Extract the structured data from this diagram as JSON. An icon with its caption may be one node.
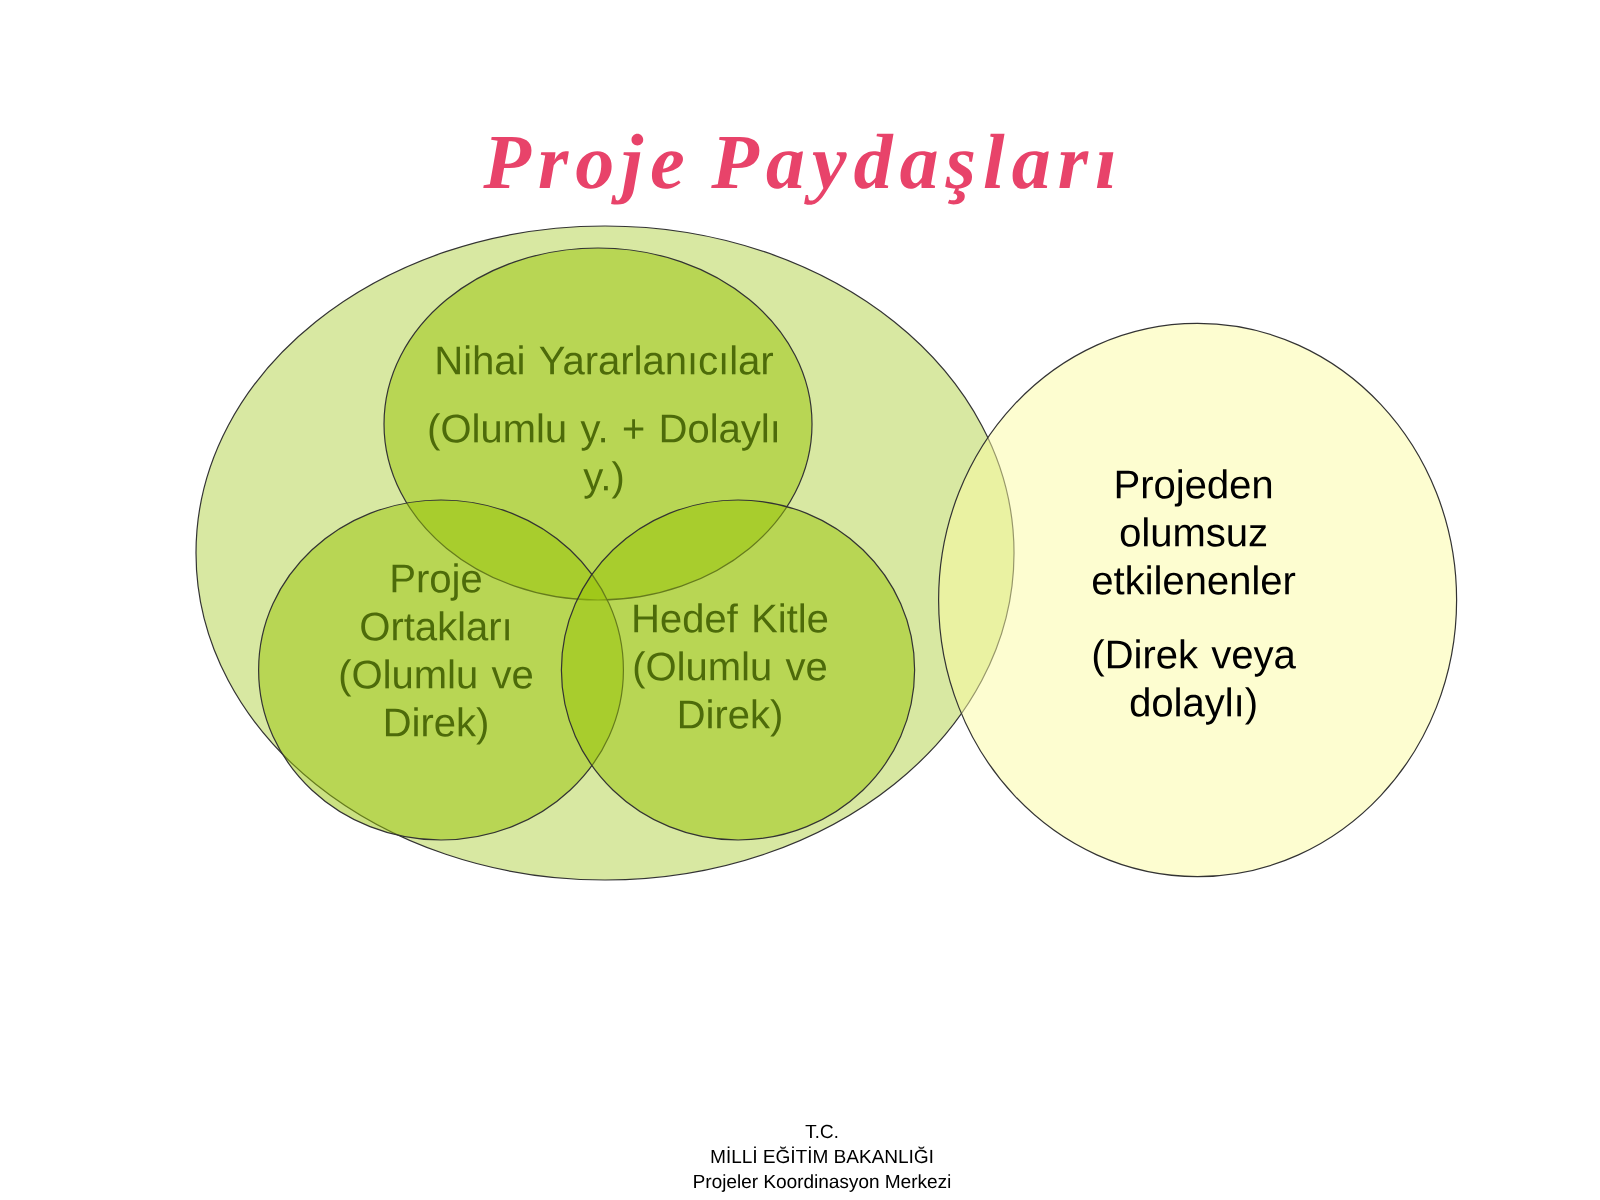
{
  "diagram": {
    "title": "Proje Paydaşları",
    "nodes": [
      {
        "text": [],
        "shape": "circle"
      },
      {
        "text": [
          "Nihai Yararlanıcılar",
          "(Olumlu y. + Dolaylı y.)"
        ],
        "in": 0
      },
      {
        "text": [
          "Proje Ortakları (Olumlu ve Direk)"
        ],
        "in": 0
      },
      {
        "text": [
          "Hedef Kitle (Olumlu ve Direk)"
        ],
        "in": 0
      },
      {
        "text": [
          "Projeden olumsuz etkilenenler",
          "(Direk veya dolaylı)"
        ]
      }
    ],
    "labels": [
      "T.C.",
      "MİLLİ EĞİTİM BAKANLIĞI",
      "Projeler Koordinasyon Merkezi"
    ]
  }
}
